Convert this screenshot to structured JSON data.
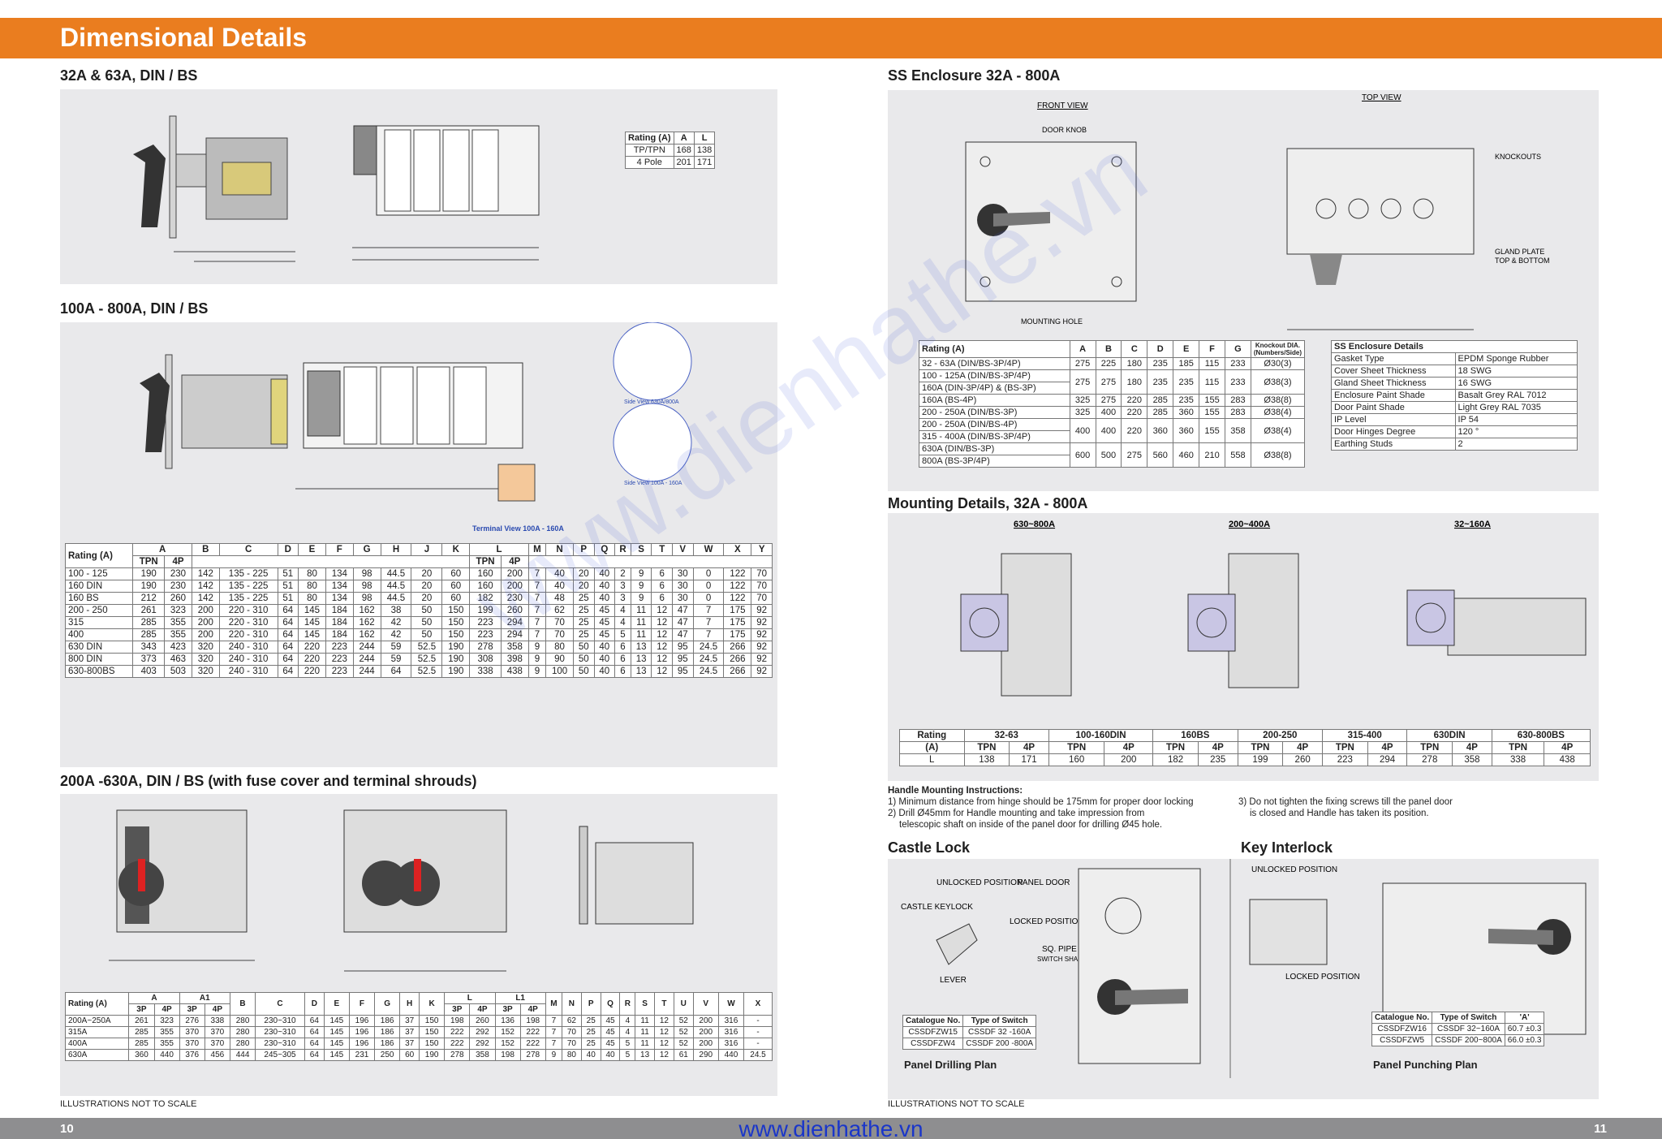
{
  "header": {
    "title": "Dimensional Details"
  },
  "sections": {
    "s1": "32A & 63A, DIN / BS",
    "s2": "100A - 800A, DIN / BS",
    "s3": "200A -630A, DIN / BS (with fuse cover and terminal shrouds)",
    "s4": "SS Enclosure 32A - 800A",
    "s5": "Mounting Details, 32A - 800A",
    "s6": "Castle Lock",
    "s7": "Key Interlock"
  },
  "labels": {
    "front_view": "FRONT VIEW",
    "top_view": "TOP VIEW",
    "door_knob": "DOOR KNOB",
    "mounting_hole": "MOUNTING HOLE",
    "knockouts": "KNOCKOUTS",
    "gland_plate": "GLAND PLATE",
    "gland_plate2": "TOP & BOTTOM",
    "side_view_630": "Side View 630A/800A",
    "side_view_100": "Side View 100A - 160A",
    "terminal_view": "Terminal View 100A - 160A",
    "m_630": "630~800A",
    "m_200": "200~400A",
    "m_32": "32~160A",
    "unlocked_position": "UNLOCKED POSITION",
    "panel_door": "PANEL DOOR",
    "castle_keylock": "CASTLE KEYLOCK",
    "locked_position": "LOCKED POSITION",
    "lever": "LEVER",
    "sq_pipe": "SQ. PIPE",
    "switch_shaft": "SWITCH SHAFT",
    "unlocked_position_ki": "UNLOCKED POSITION",
    "locked_position_ki": "LOCKED POSITION",
    "panel_drilling_plan": "Panel Drilling Plan",
    "panel_punching_plan": "Panel Punching Plan",
    "not_to_scale_left": "ILLUSTRATIONS NOT TO SCALE",
    "not_to_scale_right": "ILLUSTRATIONS NOT TO SCALE"
  },
  "table_small": {
    "headers": [
      "Rating (A)",
      "A",
      "L"
    ],
    "rows": [
      [
        "TP/TPN",
        "168",
        "138"
      ],
      [
        "4 Pole",
        "201",
        "171"
      ]
    ]
  },
  "table_100_800": {
    "headers": [
      "Rating (A)",
      "A",
      "B",
      "C",
      "D",
      "E",
      "F",
      "G",
      "H",
      "J",
      "K",
      "L",
      "M",
      "N",
      "P",
      "Q",
      "R",
      "S",
      "T",
      "V",
      "W",
      "X",
      "Y"
    ],
    "subheaders": [
      "TPN",
      "4P",
      "TPN",
      "4P"
    ],
    "rows": [
      [
        "100 - 125",
        "190",
        "230",
        "142",
        "135 - 225",
        "51",
        "80",
        "134",
        "98",
        "44.5",
        "20",
        "60",
        "160",
        "200",
        "7",
        "40",
        "20",
        "40",
        "2",
        "9",
        "6",
        "30",
        "0",
        "122",
        "70"
      ],
      [
        "160 DIN",
        "190",
        "230",
        "142",
        "135 - 225",
        "51",
        "80",
        "134",
        "98",
        "44.5",
        "20",
        "60",
        "160",
        "200",
        "7",
        "40",
        "20",
        "40",
        "3",
        "9",
        "6",
        "30",
        "0",
        "122",
        "70"
      ],
      [
        "160 BS",
        "212",
        "260",
        "142",
        "135 - 225",
        "51",
        "80",
        "134",
        "98",
        "44.5",
        "20",
        "60",
        "182",
        "230",
        "7",
        "48",
        "25",
        "40",
        "3",
        "9",
        "6",
        "30",
        "0",
        "122",
        "70"
      ],
      [
        "200 - 250",
        "261",
        "323",
        "200",
        "220 - 310",
        "64",
        "145",
        "184",
        "162",
        "38",
        "50",
        "150",
        "199",
        "260",
        "7",
        "62",
        "25",
        "45",
        "4",
        "11",
        "12",
        "47",
        "7",
        "175",
        "92"
      ],
      [
        "315",
        "285",
        "355",
        "200",
        "220 - 310",
        "64",
        "145",
        "184",
        "162",
        "42",
        "50",
        "150",
        "223",
        "294",
        "7",
        "70",
        "25",
        "45",
        "4",
        "11",
        "12",
        "47",
        "7",
        "175",
        "92"
      ],
      [
        "400",
        "285",
        "355",
        "200",
        "220 - 310",
        "64",
        "145",
        "184",
        "162",
        "42",
        "50",
        "150",
        "223",
        "294",
        "7",
        "70",
        "25",
        "45",
        "5",
        "11",
        "12",
        "47",
        "7",
        "175",
        "92"
      ],
      [
        "630 DIN",
        "343",
        "423",
        "320",
        "240 - 310",
        "64",
        "220",
        "223",
        "244",
        "59",
        "52.5",
        "190",
        "278",
        "358",
        "9",
        "80",
        "50",
        "40",
        "6",
        "13",
        "12",
        "95",
        "24.5",
        "266",
        "92"
      ],
      [
        "800 DIN",
        "373",
        "463",
        "320",
        "240 - 310",
        "64",
        "220",
        "223",
        "244",
        "59",
        "52.5",
        "190",
        "308",
        "398",
        "9",
        "90",
        "50",
        "40",
        "6",
        "13",
        "12",
        "95",
        "24.5",
        "266",
        "92"
      ],
      [
        "630-800BS",
        "403",
        "503",
        "320",
        "240 - 310",
        "64",
        "220",
        "223",
        "244",
        "64",
        "52.5",
        "190",
        "338",
        "438",
        "9",
        "100",
        "50",
        "40",
        "6",
        "13",
        "12",
        "95",
        "24.5",
        "266",
        "92"
      ]
    ]
  },
  "table_200_630": {
    "headers": [
      "Rating (A)",
      "A",
      "A1",
      "B",
      "C",
      "D",
      "E",
      "F",
      "G",
      "H",
      "K",
      "L",
      "L1",
      "M",
      "N",
      "P",
      "Q",
      "R",
      "S",
      "T",
      "U",
      "V",
      "W",
      "X"
    ],
    "subheaders": [
      "3P",
      "4P",
      "3P",
      "4P",
      "3P",
      "4P",
      "3P",
      "4P"
    ],
    "rows": [
      [
        "200A~250A",
        "261",
        "323",
        "276",
        "338",
        "280",
        "230~310",
        "64",
        "145",
        "196",
        "186",
        "37",
        "150",
        "198",
        "260",
        "136",
        "198",
        "7",
        "62",
        "25",
        "45",
        "4",
        "11",
        "12",
        "52",
        "200",
        "316",
        "-"
      ],
      [
        "315A",
        "285",
        "355",
        "370",
        "370",
        "280",
        "230~310",
        "64",
        "145",
        "196",
        "186",
        "37",
        "150",
        "222",
        "292",
        "152",
        "222",
        "7",
        "70",
        "25",
        "45",
        "4",
        "11",
        "12",
        "52",
        "200",
        "316",
        "-"
      ],
      [
        "400A",
        "285",
        "355",
        "370",
        "370",
        "280",
        "230~310",
        "64",
        "145",
        "196",
        "186",
        "37",
        "150",
        "222",
        "292",
        "152",
        "222",
        "7",
        "70",
        "25",
        "45",
        "5",
        "11",
        "12",
        "52",
        "200",
        "316",
        "-"
      ],
      [
        "630A",
        "360",
        "440",
        "376",
        "456",
        "444",
        "245~305",
        "64",
        "145",
        "231",
        "250",
        "60",
        "190",
        "278",
        "358",
        "198",
        "278",
        "9",
        "80",
        "40",
        "40",
        "5",
        "13",
        "12",
        "61",
        "290",
        "440",
        "24.5"
      ]
    ]
  },
  "table_enclosure": {
    "headers": [
      "Rating (A)",
      "A",
      "B",
      "C",
      "D",
      "E",
      "F",
      "G",
      "Knockout DIA. (Numbers/Side)"
    ],
    "groups": [
      {
        "names": [
          "32 - 63A (DIN/BS-3P/4P)"
        ],
        "values": [
          "275",
          "225",
          "180",
          "235",
          "185",
          "115",
          "233",
          "Ø30(3)"
        ]
      },
      {
        "names": [
          "100 - 125A (DIN/BS-3P/4P)",
          "160A (DIN-3P/4P) & (BS-3P)"
        ],
        "values": [
          "275",
          "275",
          "180",
          "235",
          "235",
          "115",
          "233",
          "Ø38(3)"
        ]
      },
      {
        "names": [
          "160A (BS-4P)"
        ],
        "values": [
          "325",
          "275",
          "220",
          "285",
          "235",
          "155",
          "283",
          "Ø38(8)"
        ]
      },
      {
        "names": [
          "200 - 250A (DIN/BS-3P)"
        ],
        "values": [
          "325",
          "400",
          "220",
          "285",
          "360",
          "155",
          "283",
          "Ø38(4)"
        ]
      },
      {
        "names": [
          "200 - 250A (DIN/BS-4P)",
          "315 - 400A (DIN/BS-3P/4P)"
        ],
        "values": [
          "400",
          "400",
          "220",
          "360",
          "360",
          "155",
          "358",
          "Ø38(4)"
        ]
      },
      {
        "names": [
          "630A (DIN/BS-3P)",
          "800A (BS-3P/4P)"
        ],
        "values": [
          "600",
          "500",
          "275",
          "560",
          "460",
          "210",
          "558",
          "Ø38(8)"
        ]
      }
    ]
  },
  "ss_details": {
    "title": "SS Enclosure Details",
    "rows": [
      [
        "Gasket Type",
        "EPDM Sponge Rubber"
      ],
      [
        "Cover Sheet Thickness",
        "18 SWG"
      ],
      [
        "Gland Sheet Thickness",
        "16 SWG"
      ],
      [
        "Enclosure Paint Shade",
        "Basalt Grey RAL 7012"
      ],
      [
        "Door Paint Shade",
        "Light Grey RAL 7035"
      ],
      [
        "IP Level",
        "IP 54"
      ],
      [
        "Door Hinges Degree",
        "120 °"
      ],
      [
        "Earthing Studs",
        "2"
      ]
    ]
  },
  "table_mounting": {
    "rating_label": "Rating",
    "unit": "(A)",
    "groups": [
      "32-63",
      "100-160DIN",
      "160BS",
      "200-250",
      "315-400",
      "630DIN",
      "630-800BS"
    ],
    "subheaders": [
      "TPN",
      "4P",
      "TPN",
      "4P",
      "TPN",
      "4P",
      "TPN",
      "4P",
      "TPN",
      "4P",
      "TPN",
      "4P",
      "TPN",
      "4P"
    ],
    "row_label": "L",
    "values": [
      "138",
      "171",
      "160",
      "200",
      "182",
      "235",
      "199",
      "260",
      "223",
      "294",
      "278",
      "358",
      "338",
      "438"
    ]
  },
  "instructions": {
    "title": "Handle Mounting Instructions:",
    "l1": "1) Minimum distance from hinge should be 175mm for proper door locking",
    "l2": "2) Drill Ø45mm for Handle mounting and take impression from",
    "l2b": "telescopic shaft on inside of the panel door for drilling Ø45 hole.",
    "l3": "3) Do not tighten the fixing screws till the panel door",
    "l3b": "is closed and Handle has taken its position."
  },
  "castle_table": {
    "headers": [
      "Catalogue No.",
      "Type of Switch"
    ],
    "rows": [
      [
        "CSSDFZW15",
        "CSSDF 32 -160A"
      ],
      [
        "CSSDFZW4",
        "CSSDF 200 -800A"
      ]
    ]
  },
  "key_table": {
    "headers": [
      "Catalogue No.",
      "Type of Switch",
      "'A'"
    ],
    "rows": [
      [
        "CSSDFZW16",
        "CSSDF 32~160A",
        "60.7 ±0.3"
      ],
      [
        "CSSDFZW5",
        "CSSDF 200~800A",
        "66.0 ±0.3"
      ]
    ]
  },
  "footer": {
    "page_left": "10",
    "page_right": "11",
    "url": "www.dienhathe.vn"
  },
  "watermark": "www.dienhathe.vn",
  "colors": {
    "accent": "#ea7d1f",
    "panel": "#e9e9eb",
    "footer": "#8e8e90",
    "url": "#1a36c9"
  }
}
